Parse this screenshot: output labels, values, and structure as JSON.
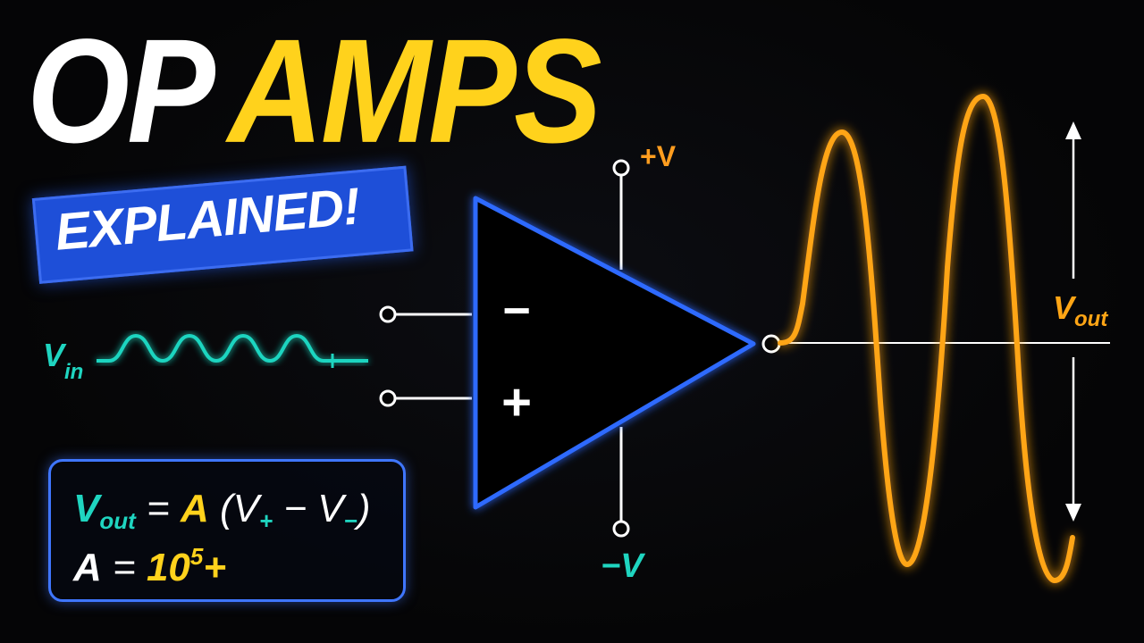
{
  "title": {
    "word1": "OP",
    "word2": "AMPS",
    "banner": "EXPLAINED!"
  },
  "circuit": {
    "minus_sign": "−",
    "plus_sign": "+",
    "supply_positive": "+V",
    "supply_negative": "−V",
    "vin_main": "V",
    "vin_sub": "in",
    "vout_main": "V",
    "vout_sub": "out"
  },
  "formula": {
    "line1": {
      "vout_main": "V",
      "vout_sub": "out",
      "equals": " = ",
      "gain": "A",
      "open_paren": " (V",
      "plus_sub": "+",
      "minus": " − V",
      "minus_sub": "−",
      "close_paren": ")"
    },
    "line2": {
      "gain": "A",
      "equals": " = ",
      "base": "10",
      "exponent": "5",
      "suffix": "+"
    }
  },
  "colors": {
    "title_primary": "#ffffff",
    "title_accent": "#ffd21c",
    "banner": "#1e4fd8",
    "opamp_outline": "#2f6bff",
    "input_wave": "#1fd5c0",
    "output_wave": "#ffa515",
    "supply_positive_label": "#ff9d1f",
    "supply_negative_label": "#1fd5c0",
    "wire": "#ffffff"
  },
  "icons": {
    "terminal": "terminal-circle-icon",
    "arrow_up": "arrow-up-icon",
    "arrow_down": "arrow-down-icon"
  }
}
